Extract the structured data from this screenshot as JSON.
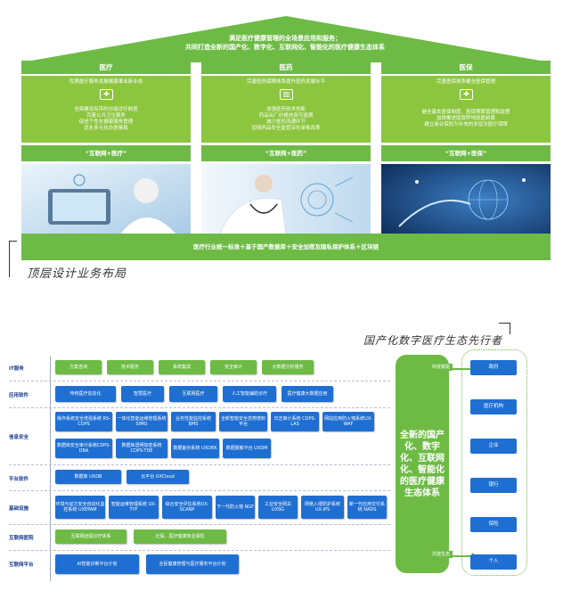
{
  "top": {
    "roof_line1": "满足医疗健康管理的全场景应用和服务；",
    "roof_line2": "共同打造全新的国产化、数字化、互联网化、智能化的医疗健康生态体系",
    "columns": [
      {
        "title": "医疗",
        "line1": "优质医疗服务发展健康事业新业态",
        "lines": [
          "全面建设有序的分级诊疗制度",
          "完善公共卫生服务",
          "促进个性化健康服务管理",
          "优化多元化办医格局"
        ],
        "slogan": "“互联网+医疗”"
      },
      {
        "title": "医药",
        "line1": "完善医药保障体系提升医药发展水平",
        "lines": [
          "加强医药技术创新",
          "药品出厂价格信息可追溯",
          "减少医药流通环节",
          "加强药品安全监管深化审批改革"
        ],
        "slogan": "“互联网+医药”"
      },
      {
        "title": "医保",
        "line1": "完善医保体系健全医保管理",
        "lines": [
          "健全基本医保制度、医保预算管理和监督",
          "加快推进医保异地就医结算",
          "建立商业保险为补充的多层次医疗保障"
        ],
        "slogan": "“互联网+医保”"
      }
    ],
    "bottom_bar": "医疗行业统一标准＋基于国产数据库＋安全加密及隐私保护体系＋区块链",
    "caption": "顶层设计业务布局"
  },
  "bottom": {
    "caption": "国产化数字医疗生态先行者",
    "rows": [
      {
        "label": "IT服务",
        "boxes": [
          "方案咨询",
          "技术服务",
          "系统集成",
          "安全审计",
          "大数据分析服务"
        ]
      },
      {
        "label": "应用软件",
        "boxes": [
          "传统医疗信息化",
          "智慧医疗",
          "互联网医疗",
          "人工智能辅助诊疗",
          "医疗健康大数据应用"
        ]
      },
      {
        "label": "信息安全",
        "boxes": [
          "操作系统安全增强系统 RS-CDPS",
          "一体化智能运维管理系统 SIMO",
          "业务性能监控系统 BMS",
          "全新智能安全态势感知平台",
          "日志审计系统 CDPS-LAS",
          "网站应用防火墙系统UX-WAF",
          "数据库安全审计系统CDPS-DBA",
          "数据库透明加密系统CDPS-TDE",
          "数据备份系统 UXDBK",
          "数据脱敏平台 UXDM"
        ]
      },
      {
        "label": "平台软件",
        "boxes": [
          "数据库 UXDB",
          "云平台 UXCloud"
        ]
      },
      {
        "label": "基础设施",
        "boxes": [
          "环境与动力安全自动化监控系统 UXEPAM",
          "智能运维管理系统 UX-TYF",
          "综合安全评估系统UX-SCANP",
          "下一代防火墙 NGF",
          "工业安全网关 UXSG",
          "网络入侵防护系统 UX-IPS",
          "新一代应用交付系统 NADS"
        ]
      },
      {
        "label": "互联网医院",
        "boxes": [
          "互联网远程诊疗体系",
          "社保、医疗健康商业保险"
        ]
      },
      {
        "label": "互联网平台",
        "boxes": [
          "AI智能诊断平台计划",
          "全民健康管理与医疗服务平台计划"
        ]
      }
    ],
    "center_text": "全新的国产化、数字化、互联网化、智能化的医疗健康生态体系",
    "arrow_top": "科技赋能",
    "arrow_bottom": "共建生态",
    "targets": [
      "政府",
      "医疗机构",
      "企业",
      "银行",
      "保险",
      "个人"
    ]
  },
  "colors": {
    "green": "#6dbb45",
    "light_green": "#8cc63f",
    "blue": "#1f6fd2"
  }
}
